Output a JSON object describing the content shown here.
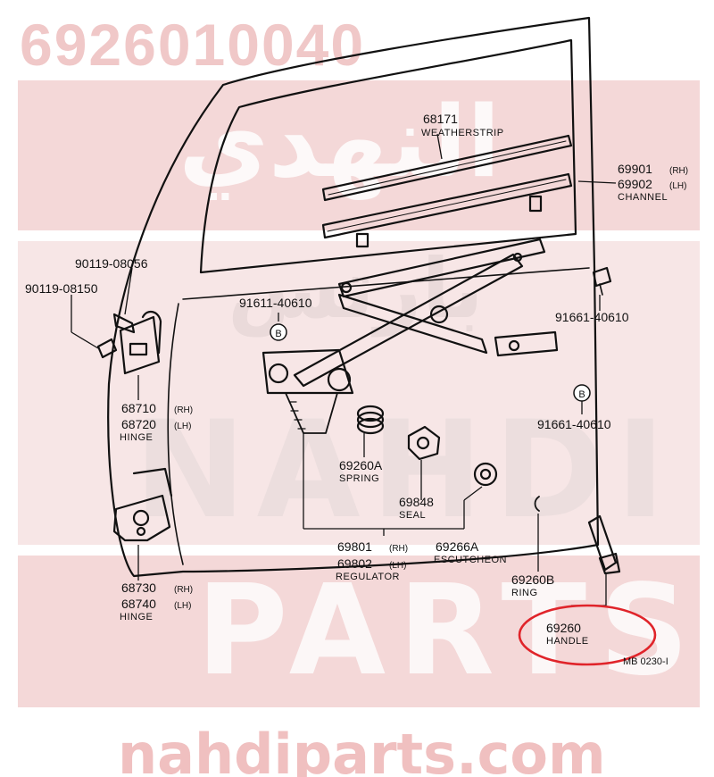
{
  "watermark": {
    "part_number": "6926010040",
    "brand_ar": "النهدي",
    "parts_ar": "بارتس",
    "brand_en": "NAHDI",
    "parts_en": "PARTS",
    "site": "nahdiparts.com"
  },
  "callouts": {
    "weatherstrip": {
      "number": "68171",
      "caption": "WEATHERSTRIP"
    },
    "channel": {
      "number_rh": "69901",
      "number_lh": "69902",
      "suffix_rh": "(RH)",
      "suffix_lh": "(LH)",
      "caption": "CHANNEL"
    },
    "bolt_upper": {
      "number": "90119-08056"
    },
    "bolt_lower": {
      "number": "90119-08150"
    },
    "bolt_91611": {
      "number": "91611-40610"
    },
    "bolt_91661_upper": {
      "number": "91661-40610"
    },
    "bolt_91661_lower": {
      "number": "91661-40610"
    },
    "hinge_upper": {
      "number_rh": "68710",
      "number_lh": "68720",
      "suffix_rh": "(RH)",
      "suffix_lh": "(LH)",
      "caption": "HINGE"
    },
    "hinge_lower": {
      "number_rh": "68730",
      "number_lh": "68740",
      "suffix_rh": "(RH)",
      "suffix_lh": "(LH)",
      "caption": "HINGE"
    },
    "spring": {
      "number": "69260A",
      "caption": "SPRING"
    },
    "seal": {
      "number": "69848",
      "caption": "SEAL"
    },
    "regulator": {
      "number_rh": "69801",
      "number_lh": "69802",
      "suffix_rh": "(RH)",
      "suffix_lh": "(LH)",
      "caption": "REGULATOR"
    },
    "escutcheon": {
      "number": "69266A",
      "caption": "ESCUTCHEON"
    },
    "ring": {
      "number": "69260B",
      "caption": "RING"
    },
    "handle": {
      "number": "69260",
      "caption": "HANDLE"
    }
  },
  "bolt_marker": "B",
  "diagram_code": "MB 0230-I",
  "highlight_color": "#e0242a"
}
